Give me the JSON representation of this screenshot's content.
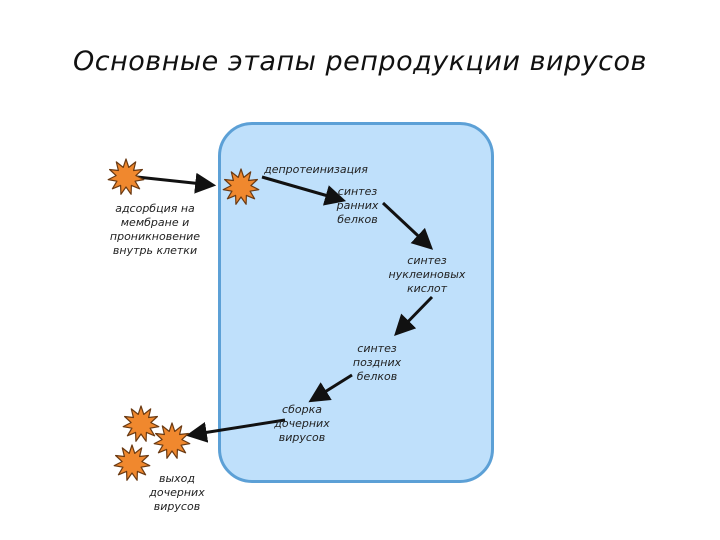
{
  "title": "Основные этапы репродукции вирусов",
  "colors": {
    "cell_fill": "#bfe0fb",
    "cell_border": "#5ca0d6",
    "virus_fill": "#f0882e",
    "virus_stroke": "#6b3a12",
    "arrow": "#111111"
  },
  "stages": {
    "adsorption": "адсорбция на\nмембране и\nпроникновение\nвнутрь клетки",
    "deproteinization": "депротеинизация",
    "early_proteins": "синтез\nранних\nбелков",
    "nucleic_acids": "синтез\nнуклеиновых\nкислот",
    "late_proteins": "синтез\nпоздних\nбелков",
    "assembly": "сборка\nдочерних\nвирусов",
    "exit": "выход\nдочерних\nвирусов"
  },
  "icons": {
    "virus": "virus-particle-icon"
  }
}
